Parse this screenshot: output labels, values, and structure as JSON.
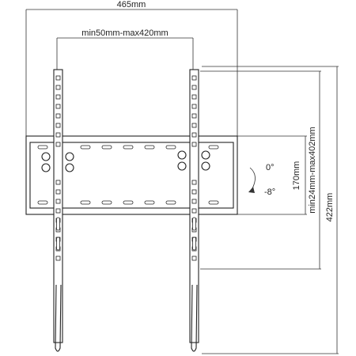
{
  "dimensions": {
    "total_width": "465mm",
    "vesa_horizontal": "min50mm-max420mm",
    "plate_height": "170mm",
    "vesa_vertical": "min24mm-max402mm",
    "total_height": "422mm"
  },
  "tilt": {
    "upper": "0°",
    "lower": "-8°"
  },
  "colors": {
    "line": "#222222",
    "dimension_line": "#333333",
    "background": "#ffffff"
  }
}
